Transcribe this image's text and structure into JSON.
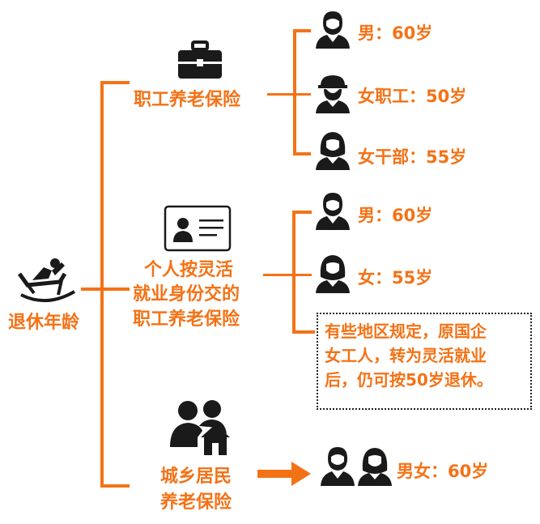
{
  "root": {
    "label": "退休年龄",
    "icon": "rocking-chair-icon"
  },
  "branches": [
    {
      "title_lines": [
        "职工养老保险"
      ],
      "icon": "briefcase-icon",
      "leaves": [
        {
          "label": "男：60岁",
          "icon": "man-icon"
        },
        {
          "label": "女职工：50岁",
          "icon": "female-worker-icon"
        },
        {
          "label": "女干部：55岁",
          "icon": "woman-icon"
        }
      ]
    },
    {
      "title_lines": [
        "个人按灵活",
        "就业身份交的",
        "职工养老保险"
      ],
      "icon": "id-card-icon",
      "leaves": [
        {
          "label": "男：60岁",
          "icon": "man-icon"
        },
        {
          "label": "女：55岁",
          "icon": "woman-icon"
        }
      ],
      "note_lines": [
        "有些地区规定，原国企",
        "女工人，转为灵活就业",
        "后，仍可按50岁退休。"
      ]
    },
    {
      "title_lines": [
        "城乡居民",
        "养老保险"
      ],
      "icon": "family-home-icon",
      "leaves": [
        {
          "label": "男女：60岁",
          "icon": "man-and-woman-icon"
        }
      ]
    }
  ],
  "colors": {
    "accent": "#f47216",
    "icon": "#1a1a1a",
    "note_border": "#222222"
  }
}
